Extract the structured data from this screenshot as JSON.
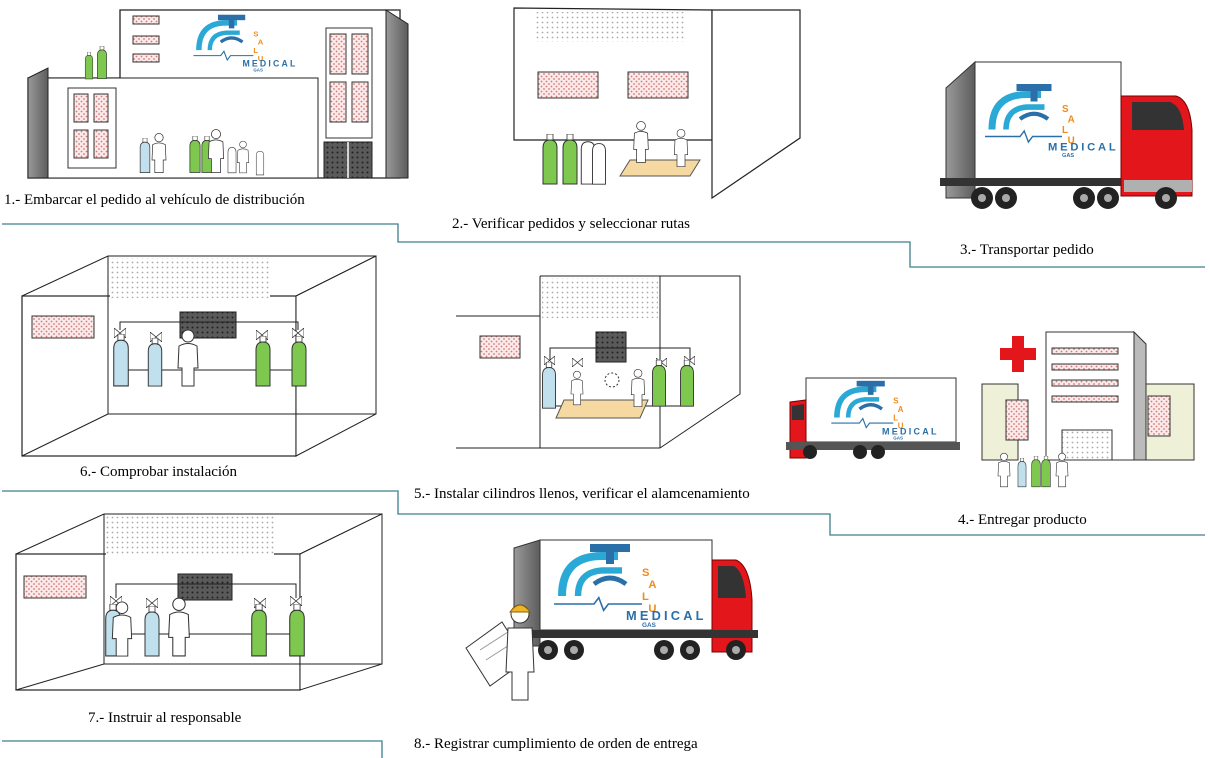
{
  "steps": [
    {
      "label": "1.- Embarcar  el pedido al vehículo de distribución"
    },
    {
      "label": "2.- Verificar pedidos y seleccionar rutas"
    },
    {
      "label": "3.- Transportar pedido"
    },
    {
      "label": "4.- Entregar producto"
    },
    {
      "label": "5.- Instalar cilindros llenos, verificar el alamcenamiento"
    },
    {
      "label": "6.- Comprobar instalación"
    },
    {
      "label": "7.- Instruir al responsable"
    },
    {
      "label": "8.- Registrar cumplimiento de orden de entrega"
    }
  ],
  "logo": {
    "word_salu": "SALU",
    "word_medical": "MEDICAL",
    "word_gas": "GAS"
  },
  "colors": {
    "connector": "#3d7f8c",
    "cylinder_green": "#7ec850",
    "cylinder_blue": "#bfe0ec",
    "truck_red": "#e3161c",
    "logo_cyan": "#2aa9d6",
    "logo_orange": "#f08a1c",
    "hatch_pink": "#f4c6c6"
  }
}
